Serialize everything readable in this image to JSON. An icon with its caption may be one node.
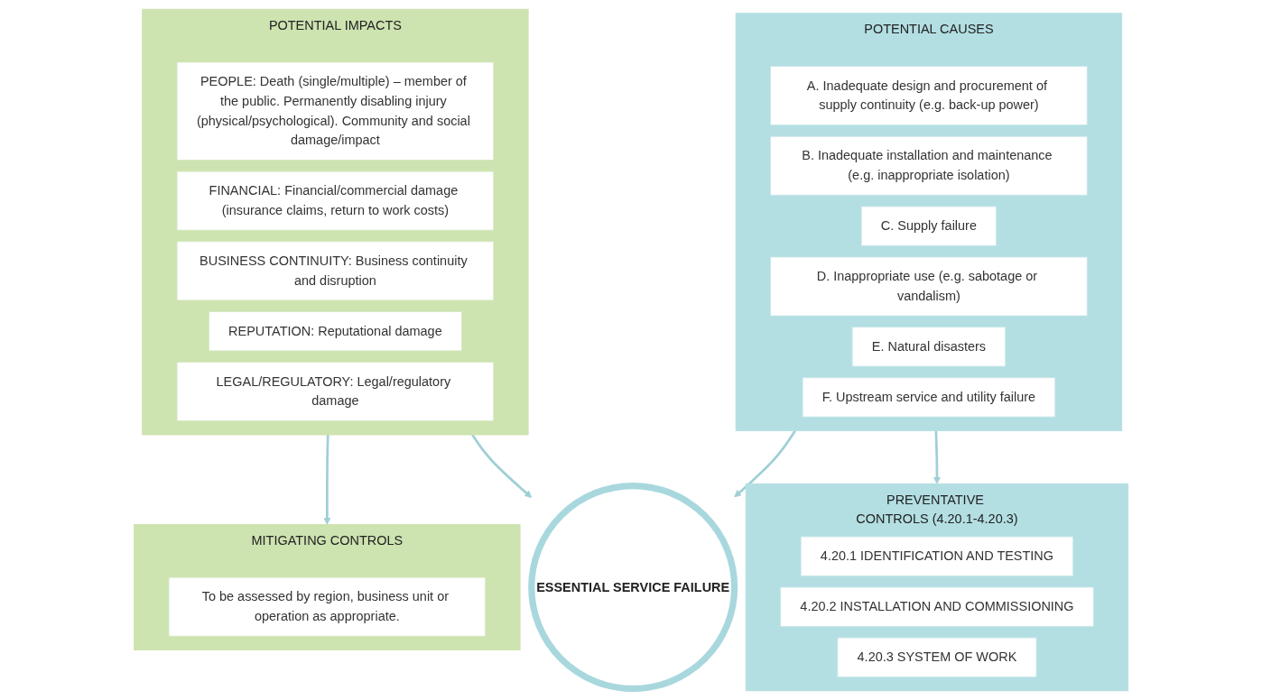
{
  "diagram": {
    "nodes": [
      {
        "text": [
          "POTENTIAL CAUSES"
        ]
      },
      {
        "text": [
          "A. Inadequate design and procurement of supply continuity (e.g. back-up power)"
        ],
        "in": 0
      },
      {
        "text": [
          "B. Inadequate installation and maintenance (e.g. inappropriate isolation)"
        ],
        "in": 0
      },
      {
        "text": [
          "C. Supply failure"
        ],
        "in": 0
      },
      {
        "text": [
          "D. Inappropriate use (e.g. sabotage or vandalism)"
        ],
        "in": 0
      },
      {
        "text": [
          "E. Natural disasters"
        ],
        "in": 0
      },
      {
        "text": [
          "F. Upstream service and utility failure"
        ],
        "in": 0
      },
      {
        "text": [
          "ESSENTIAL SERVICE FAILURE"
        ]
      },
      {
        "text": [
          "POTENTIAL IMPACTS"
        ]
      },
      {
        "text": [
          "PEOPLE: Death (single/multiple) – member of the public. Permanently disabling injury (physical/psychological). Community and social damage/impact"
        ],
        "in": 8
      },
      {
        "text": [
          "FINANCIAL: Financial/commercial damage (insurance claims, return to work costs)"
        ],
        "in": 8
      },
      {
        "text": [
          "BUSINESS CONTINUITY: Business continuity and disruption"
        ],
        "in": 8
      },
      {
        "text": [
          "REPUTATION: Reputational damage"
        ],
        "in": 8
      },
      {
        "text": [
          "LEGAL/REGULATORY: Legal/regulatory damage"
        ],
        "in": 8
      },
      {
        "text": [
          "PREVENTATIVE CONTROLS (4.20.1-4.20.3)"
        ]
      },
      {
        "text": [
          "4.20.1 IDENTIFICATION AND TESTING"
        ],
        "in": 14
      },
      {
        "text": [
          "4.20.2 INSTALLATION AND COMMISSIONING"
        ],
        "in": 14
      },
      {
        "text": [
          "4.20.3 SYSTEM OF WORK"
        ],
        "in": 14
      },
      {
        "text": [
          "MITIGATING CONTROLS"
        ]
      },
      {
        "text": [
          "To be assessed by region, business unit or operation as appropriate."
        ],
        "in": 18
      }
    ],
    "edges": [
      {
        "from": 0,
        "to": 7,
        "arrow": "to"
      },
      {
        "from": 8,
        "to": 7,
        "arrow": "to"
      },
      {
        "from": 0,
        "to": 14,
        "arrow": "to"
      },
      {
        "from": 8,
        "to": 18,
        "arrow": "to"
      }
    ]
  }
}
